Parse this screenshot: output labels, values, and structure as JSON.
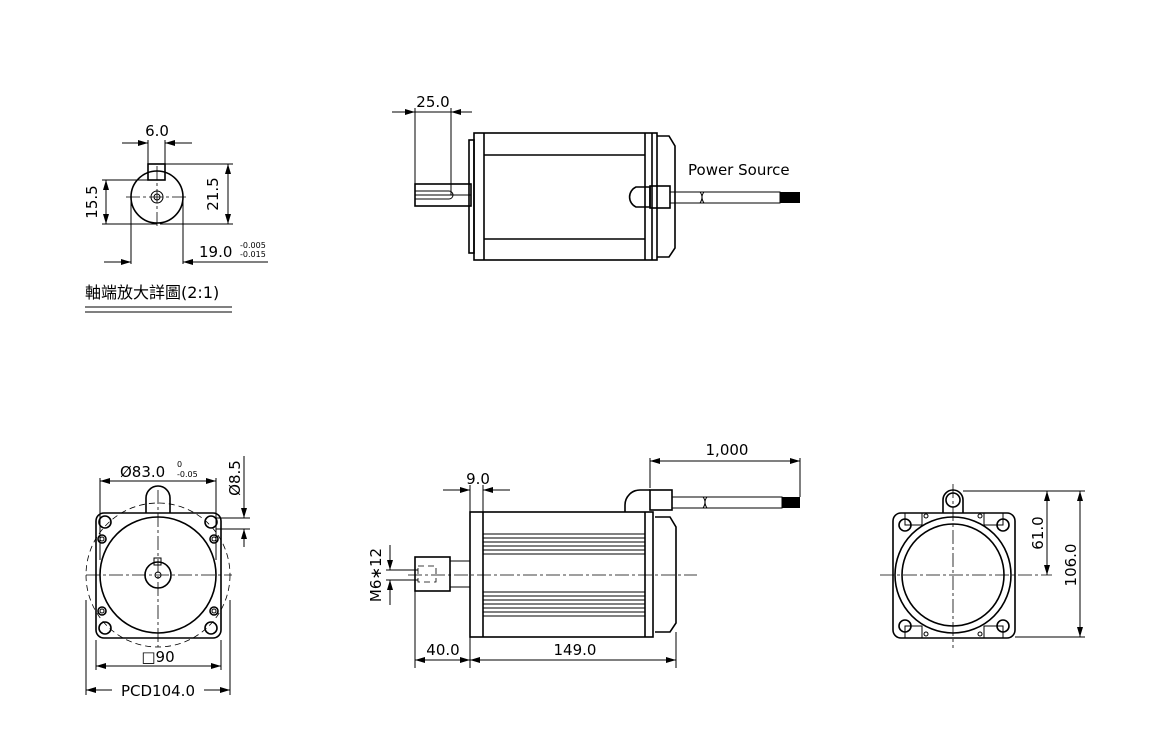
{
  "detail": {
    "key_width": "6.0",
    "height_15": "15.5",
    "height_21": "21.5",
    "shaft_dia": "19.0",
    "tol_upper": "-0.005",
    "tol_lower": "-0.015",
    "title": "軸端放大詳圖(2:1)"
  },
  "top_side": {
    "shaft_length": "25.0",
    "cable_label": "Power Source"
  },
  "front": {
    "pilot_dia": "Ø83.0",
    "pilot_tol_upper": "0",
    "pilot_tol_lower": "-0.05",
    "hole_dia": "Ø8.5",
    "square": "□90",
    "pcd": "PCD104.0"
  },
  "side": {
    "flange": "9.0",
    "cable_length": "1,000",
    "thread": "M6∗12",
    "shaft_length": "40.0",
    "body_length": "149.0"
  },
  "rear": {
    "height_61": "61.0",
    "height_106": "106.0"
  }
}
